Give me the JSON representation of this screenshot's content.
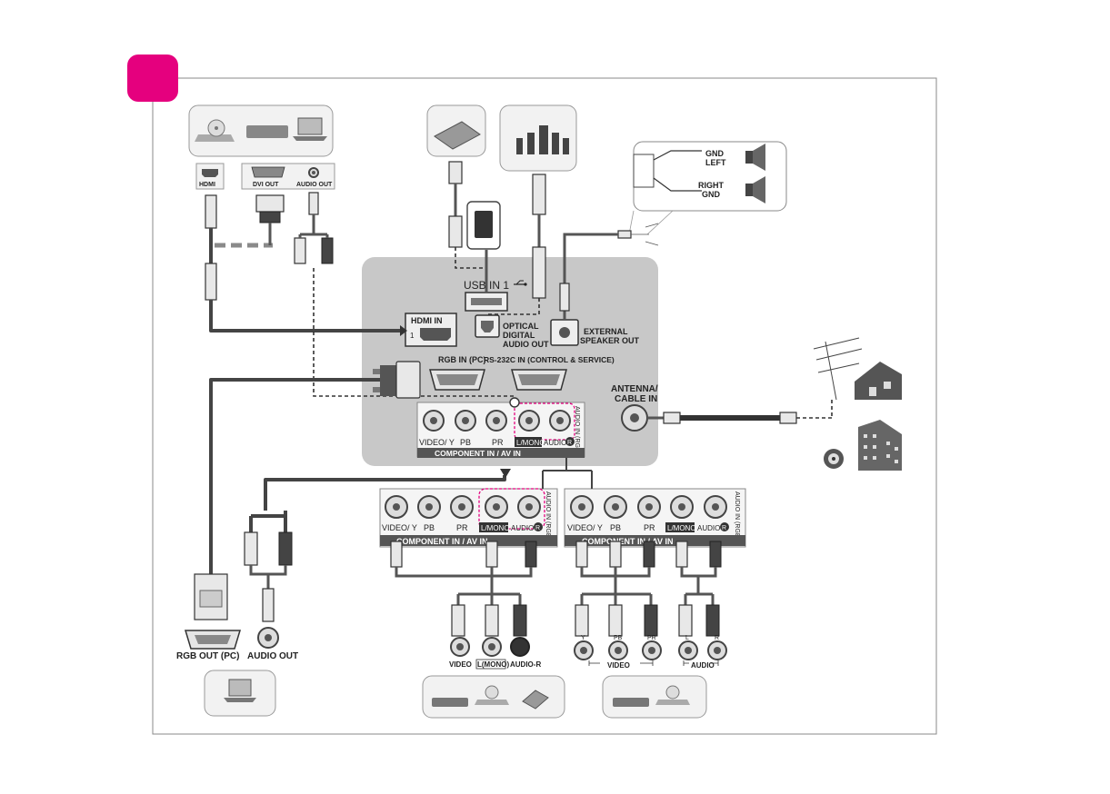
{
  "page_marker_color": "#e5007e",
  "tv_panel": {
    "hdmi_in": "HDMI  IN",
    "hdmi_port_number": "1",
    "usb_in": "USB IN 1",
    "optical": [
      "OPTICAL",
      "DIGITAL",
      "AUDIO OUT"
    ],
    "external_speaker": [
      "EXTERNAL",
      "SPEAKER OUT"
    ],
    "rgb_in": "RGB IN (PC)",
    "rs232c": "RS-232C IN (CONTROL & SERVICE)",
    "antenna": [
      "ANTENNA/",
      "CABLE IN"
    ],
    "component_video_y": "VIDEO/ Y",
    "component_pb": "PB",
    "component_pr": "PR",
    "component_lmono": "L/MONO",
    "component_audio": "AUDIO",
    "component_r": "R",
    "audio_in_rgb": "AUDIO IN (RGB)",
    "component_title": "COMPONENT IN / AV IN"
  },
  "hdmi_source": {
    "hdmi": "HDMI",
    "dvi_out": "DVI OUT",
    "audio_out": "AUDIO OUT"
  },
  "speaker_box": {
    "gnd_left": [
      "GND",
      "LEFT"
    ],
    "right_gnd": [
      "RIGHT",
      "GND"
    ]
  },
  "panel_left": {
    "video_y": "VIDEO/ Y",
    "pb": "PB",
    "pr": "PR",
    "lmono": "L/MONO",
    "audio": "AUDIO",
    "r": "R",
    "audio_in_rgb": "AUDIO IN (RGB)",
    "title": "COMPONENT IN / AV IN"
  },
  "panel_right": {
    "video_y": "VIDEO/ Y",
    "pb": "PB",
    "pr": "PR",
    "lmono": "L/MONO",
    "audio": "AUDIO",
    "r": "R",
    "audio_in_rgb": "AUDIO IN (RGB)",
    "title": "COMPONENT IN / AV IN"
  },
  "pc_out": {
    "rgb_out": "RGB OUT (PC)",
    "audio_out": "AUDIO OUT"
  },
  "av_jacks": {
    "video": "VIDEO",
    "lmono": "L(MONO)",
    "audio_r": "AUDIO-R"
  },
  "comp_jacks": {
    "y": "Y",
    "pb": "PB",
    "pr": "PR",
    "l": "L",
    "r": "R",
    "video": "VIDEO",
    "audio": "AUDIO"
  }
}
